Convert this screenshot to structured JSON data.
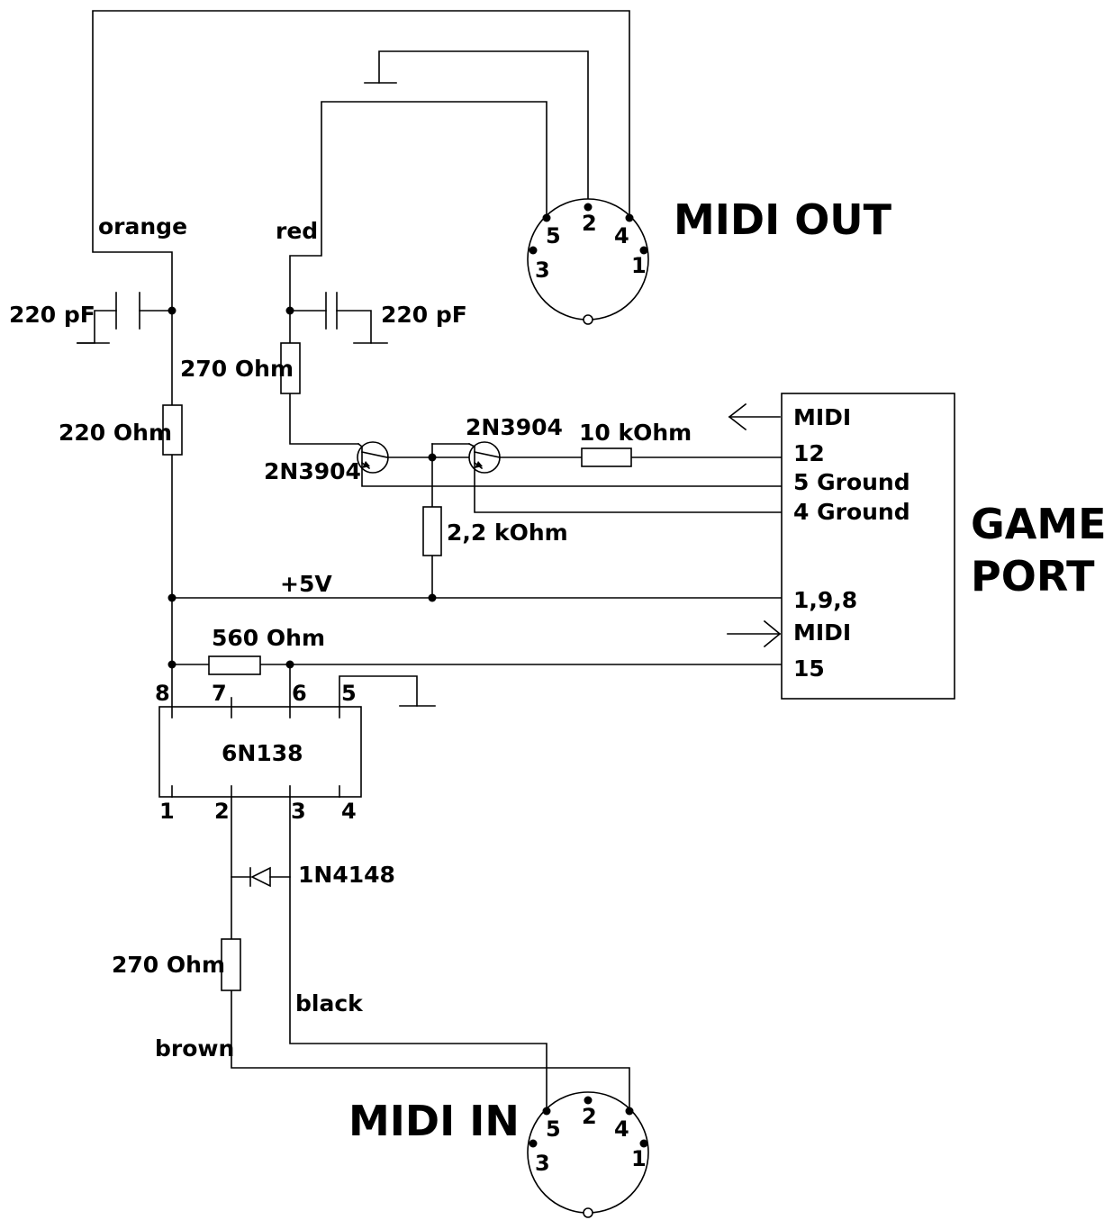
{
  "connectors": {
    "midi_out": {
      "title": "MIDI OUT",
      "pins": {
        "p1": "1",
        "p2": "2",
        "p3": "3",
        "p4": "4",
        "p5": "5"
      }
    },
    "midi_in": {
      "title": "MIDI IN",
      "pins": {
        "p1": "1",
        "p2": "2",
        "p3": "3",
        "p4": "4",
        "p5": "5"
      }
    },
    "game_port": {
      "title_line1": "GAME",
      "title_line2": "PORT",
      "rows": {
        "midi_out": "MIDI",
        "pin12": "12",
        "ground5": "5 Ground",
        "ground4": "4 Ground",
        "power": "1,9,8",
        "midi_in": "MIDI",
        "pin15": "15"
      }
    }
  },
  "wires": {
    "orange": "orange",
    "red": "red",
    "brown": "brown",
    "black": "black",
    "supply": "+5V"
  },
  "components": {
    "cap_left": "220 pF",
    "cap_right": "220 pF",
    "r_270_top": "270 Ohm",
    "r_220": "220 Ohm",
    "r_10k": "10 kOhm",
    "r_2k2": "2,2 kOhm",
    "r_560": "560 Ohm",
    "r_270_bottom": "270 Ohm",
    "transistor_left": "2N3904",
    "transistor_right": "2N3904",
    "diode": "1N4148"
  },
  "optocoupler": {
    "name": "6N138",
    "pins": {
      "p1": "1",
      "p2": "2",
      "p3": "3",
      "p4": "4",
      "p5": "5",
      "p6": "6",
      "p7": "7",
      "p8": "8"
    }
  }
}
